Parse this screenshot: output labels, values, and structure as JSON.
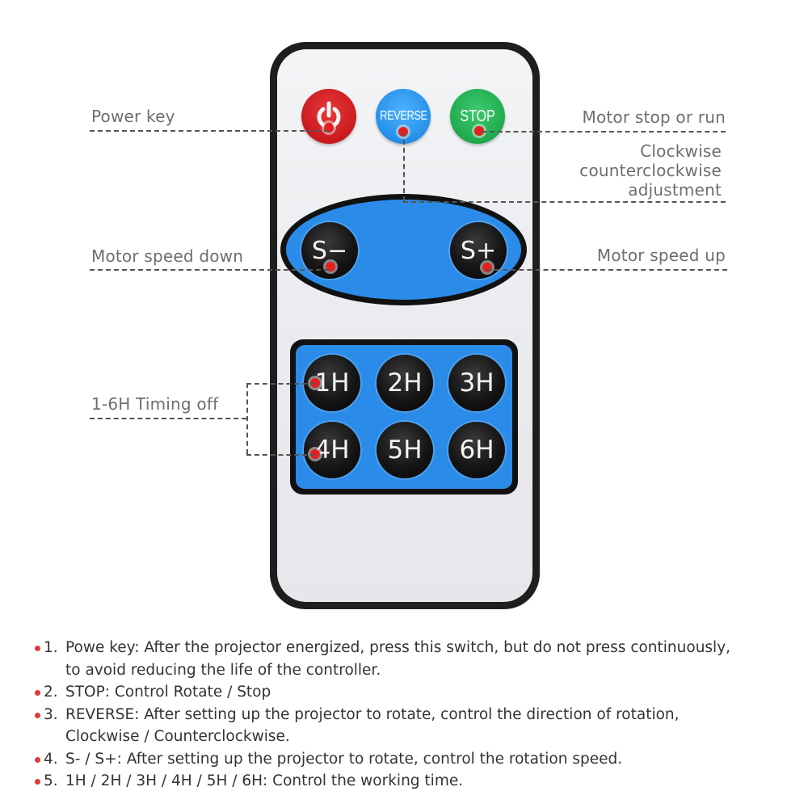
{
  "remote": {
    "buttons": {
      "power": {
        "icon": "power-icon",
        "color": "#d02226"
      },
      "reverse": {
        "label": "REVERSE",
        "color": "#2590e8"
      },
      "stop": {
        "label": "STOP",
        "color": "#1eaa4d"
      },
      "speed_down": {
        "label": "S−"
      },
      "speed_up": {
        "label": "S+"
      },
      "timers": [
        "1H",
        "2H",
        "3H",
        "4H",
        "5H",
        "6H"
      ]
    },
    "panel_color": "#2a8ce8"
  },
  "callouts": {
    "power_key": "Power key",
    "motor_stop_run": "Motor stop or run",
    "direction_line1": "Clockwise",
    "direction_line2": "counterclockwise",
    "direction_line3": "adjustment",
    "speed_down": "Motor speed down",
    "speed_up": "Motor speed up",
    "timing_off": "1-6H Timing off"
  },
  "notes": [
    {
      "num": "1.",
      "lines": [
        "Powe key: After the projector energized, press this switch, but do not press continuously,",
        "to avoid reducing the life of the controller."
      ]
    },
    {
      "num": "2.",
      "lines": [
        "STOP: Control Rotate / Stop"
      ]
    },
    {
      "num": "3.",
      "lines": [
        "REVERSE: After setting up the projector to rotate, control the direction of rotation,",
        "Clockwise / Counterclockwise."
      ]
    },
    {
      "num": "4.",
      "lines": [
        "S- / S+: After setting up the projector to rotate, control the rotation speed."
      ]
    },
    {
      "num": "5.",
      "lines": [
        "1H / 2H / 3H / 4H / 5H / 6H: Control the working time."
      ]
    }
  ]
}
